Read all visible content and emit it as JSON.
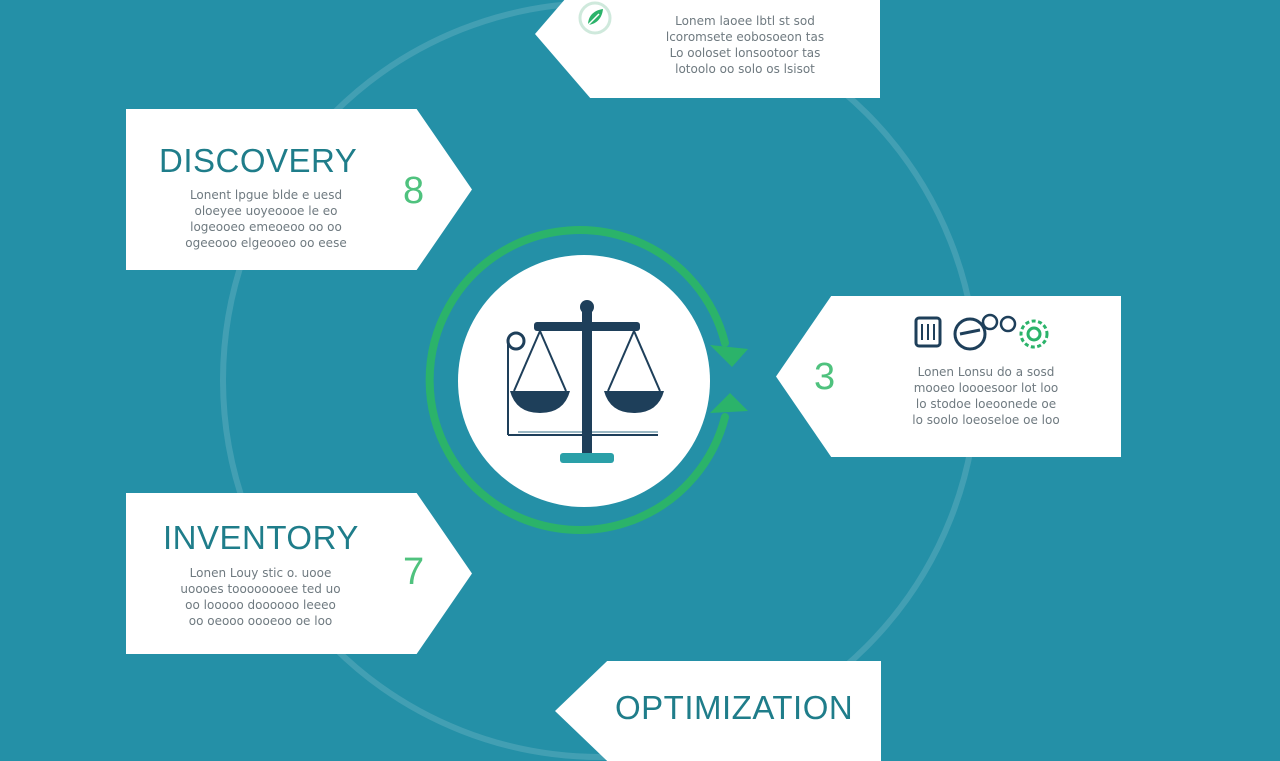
{
  "steps": [
    {
      "title": "",
      "number": "",
      "lines": [
        "Lonem laoee lbtl st sod",
        "lcoromsete eobosoeon tas",
        "Lo ooloset lonsootoor tas",
        "lotoolo oo solo os lsisot"
      ]
    },
    {
      "title": "DISCOVERY",
      "number": "8",
      "lines": [
        "Lonent lpgue blde e uesd",
        "oloeyee uoyeoooe le eo",
        "logeooeo emeoeoo oo oo",
        "ogeeooo elgeooeo oo eese"
      ]
    },
    {
      "title": "",
      "number": "3",
      "lines": [
        "Lonen Lonsu do a sosd",
        "mooeo loooesoor lot loo",
        "lo stodoe loeoonede oe",
        "lo soolo loeoseloe oe loo"
      ]
    },
    {
      "title": "INVENTORY",
      "number": "7",
      "lines": [
        "Lonen Louy stic o. uooe",
        "uoooes toooooooee ted uo",
        "oo looooo doooooo leeeo",
        "oo oeooo oooeoo oe loo"
      ]
    },
    {
      "title": "OPTIMIZATION",
      "number": "",
      "lines": []
    }
  ],
  "colors": {
    "background": "#2490a7",
    "accent_green": "#2bb36a",
    "title_teal": "#1f7d8a",
    "icon_navy": "#1e3f5a"
  },
  "icons": [
    "leaf-icon",
    "scales-icon",
    "gears-icon",
    "cycle-arrows-icon"
  ]
}
